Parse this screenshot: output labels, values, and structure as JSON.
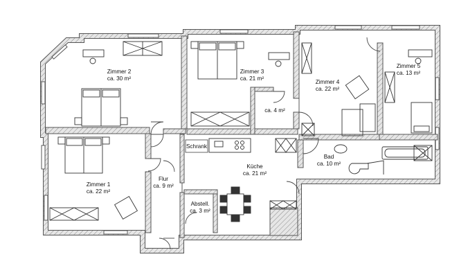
{
  "plan": {
    "rooms": [
      {
        "key": "zimmer2",
        "name": "Zimmer 2",
        "area": "ca. 30 m²"
      },
      {
        "key": "zimmer3",
        "name": "Zimmer 3",
        "area": "ca. 21 m²"
      },
      {
        "key": "zimmer4",
        "name": "Zimmer 4",
        "area": "ca. 22 m²"
      },
      {
        "key": "zimmer5",
        "name": "Zimmer 5",
        "area": "ca. 13 m²"
      },
      {
        "key": "kammer",
        "name": "",
        "area": "ca. 4 m²"
      },
      {
        "key": "kueche",
        "name": "Küche",
        "area": "ca. 21 m²"
      },
      {
        "key": "bad",
        "name": "Bad",
        "area": "ca. 10 m²"
      },
      {
        "key": "zimmer1",
        "name": "Zimmer 1",
        "area": "ca. 22 m²"
      },
      {
        "key": "flur",
        "name": "Flur",
        "area": "ca. 9 m²"
      },
      {
        "key": "abstell",
        "name": "Abstell.",
        "area": "ca. 3 m²"
      }
    ],
    "schrank_label": "Schrank",
    "colors": {
      "wall_outline": "#555555",
      "wall_fill": "#d9d9d9",
      "furniture": "#333333"
    }
  }
}
